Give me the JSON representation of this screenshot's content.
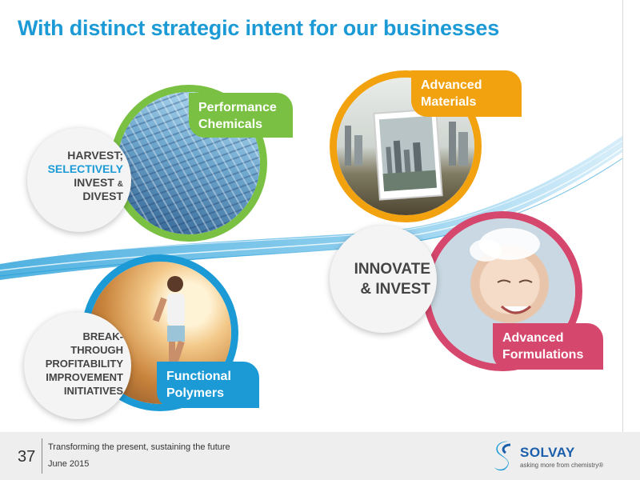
{
  "title": "With distinct strategic intent for our businesses",
  "segments": {
    "performance_chemicals": {
      "label_line1": "Performance",
      "label_line2": "Chemicals",
      "strategy_lines": [
        "HARVEST;",
        "SELECTIVELY",
        "INVEST",
        "&",
        "DIVEST"
      ],
      "color": "#7ac143",
      "image_icon": "skyscraper-photo"
    },
    "advanced_materials": {
      "label_line1": "Advanced",
      "label_line2": "Materials",
      "color": "#f2a20f",
      "image_icon": "tablet-city-photo"
    },
    "advanced_formulations": {
      "label_line1": "Advanced",
      "label_line2": "Formulations",
      "strategy_line1": "INNOVATE",
      "strategy_line2": "& INVEST",
      "color": "#d6476d",
      "image_icon": "woman-shampoo-photo"
    },
    "functional_polymers": {
      "label_line1": "Functional",
      "label_line2": "Polymers",
      "strategy_lines": [
        "BREAK-",
        "THROUGH",
        "PROFITABILITY",
        "IMPROVEMENT",
        "INITIATIVES"
      ],
      "color": "#1b9ad6",
      "image_icon": "runner-photo"
    }
  },
  "footer": {
    "page_number": "37",
    "subtitle": "Transforming the present, sustaining the future",
    "date": "June 2015",
    "logo_name": "SOLVAY",
    "logo_tagline": "asking more from chemistry®",
    "logo_icon": "solvay-s-icon"
  },
  "colors": {
    "title": "#1b9ad6",
    "highlight": "#1b9ad6",
    "text": "#444444"
  }
}
